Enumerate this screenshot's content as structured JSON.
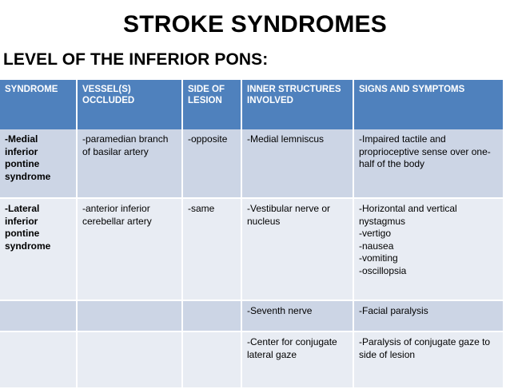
{
  "slide": {
    "title": "STROKE SYNDROMES",
    "subtitle": "LEVEL OF THE INFERIOR PONS:"
  },
  "colors": {
    "header_blue": "#4f81bd",
    "band_dark": "#ccd5e5",
    "band_light": "#e8ecf3",
    "gridline": "#ffffff",
    "text": "#000000",
    "header_text": "#ffffff"
  },
  "table": {
    "headers": [
      "SYNDROME",
      "VESSEL(S) OCCLUDED",
      "SIDE OF LESION",
      "INNER STRUCTURES INVOLVED",
      "SIGNS AND SYMPTOMS"
    ],
    "rows": [
      {
        "syndrome": "-Medial inferior pontine syndrome",
        "vessels": "-paramedian branch of basilar artery",
        "side": "-opposite",
        "structures": "-Medial lemniscus",
        "signs": "-Impaired tactile and proprioceptive sense over one-half of the body"
      },
      {
        "syndrome": "-Lateral inferior pontine syndrome",
        "vessels": "-anterior inferior cerebellar artery",
        "side": "-same",
        "structures": "-Vestibular nerve or nucleus",
        "signs": "-Horizontal and vertical nystagmus\n-vertigo\n-nausea\n-vomiting\n-oscillopsia"
      },
      {
        "syndrome": "",
        "vessels": "",
        "side": "",
        "structures": "-Seventh nerve",
        "signs": "-Facial paralysis"
      },
      {
        "syndrome": "",
        "vessels": "",
        "side": "",
        "structures": "-Center for conjugate lateral gaze",
        "signs": "-Paralysis of conjugate gaze to side of lesion"
      }
    ]
  }
}
